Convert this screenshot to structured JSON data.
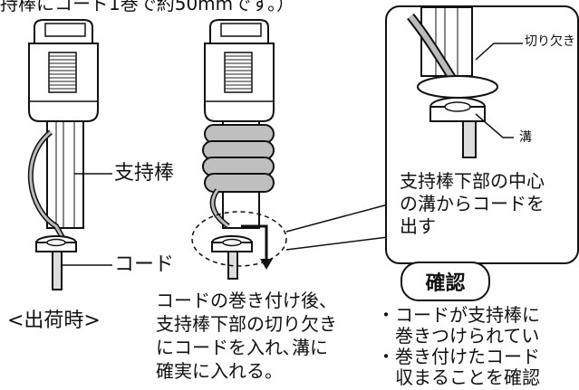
{
  "header_text": "持棒にコード1巻で約50mmです。）",
  "left_figure": {
    "label_support_rod": "支持棒",
    "label_cord": "コード",
    "caption": "<出荷時>"
  },
  "middle_figure": {
    "caption_lines": [
      "コードの巻き付け後、",
      "支持棒下部の切り欠き",
      "にコードを入れ､溝に",
      "確実に入れる。"
    ]
  },
  "inset": {
    "label_notch": "切り欠き",
    "label_groove": "溝",
    "note_lines": [
      "支持棒下部の中心",
      "の溝からコードを",
      "出す"
    ]
  },
  "confirm": {
    "heading": "確認",
    "lines": [
      "・コードが支持棒に",
      "　巻きつけられてい",
      "・巻き付けたコード",
      "　収まることを確認"
    ]
  }
}
